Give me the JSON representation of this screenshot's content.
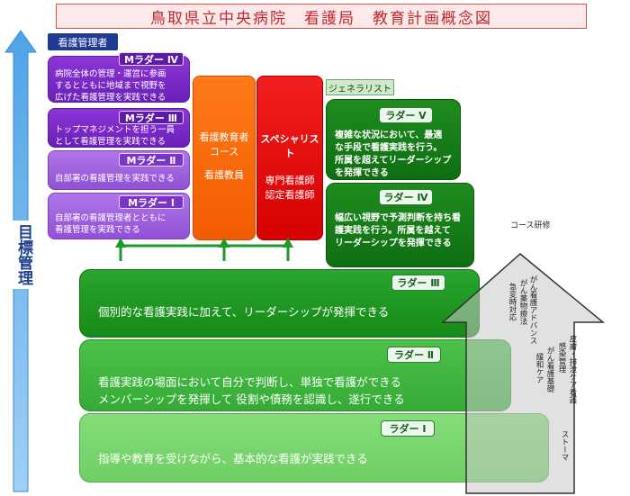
{
  "title": "鳥取県立中央病院　看護局　教育計画概念図",
  "axis_label": "目標管理",
  "manager": {
    "label": "看護管理者",
    "levels": [
      {
        "tag": "Mラダー Ⅳ",
        "text": "病院全体の管理・運営に参画\nするとともに地域まで視野を\n広げた看護管理を実践できる"
      },
      {
        "tag": "Mラダー Ⅲ",
        "text": "トップマネジメントを担う一員\nとして看護管理を実践できる"
      },
      {
        "tag": "Mラダー Ⅱ",
        "text": "自部署の看護管理を実践できる"
      },
      {
        "tag": "Mラダー Ⅰ",
        "text": "自部署の看護管理者とともに\n看護管理を実践できる"
      }
    ]
  },
  "educator": {
    "title": "看護教育者\nコース",
    "subtitle": "看護教員"
  },
  "specialist": {
    "title": "スペシャリスト",
    "subtitle": "専門看護師\n認定看護師"
  },
  "generalist": {
    "label": "ジェネラリスト",
    "levels": [
      {
        "tag": "ラダー Ⅴ",
        "text": "複雑な状況において、最適\nな手段で看護実践を行う。\n所属を超えてリーダーシップ\nを発揮できる"
      },
      {
        "tag": "ラダー Ⅳ",
        "text": "幅広い視野で予測判断を持ち看\n護実践を行う。所属を越えて\nリーダーシップを発揮できる"
      }
    ]
  },
  "bands": [
    {
      "tag": "ラダー Ⅲ",
      "text": "個別的な看護実践に加えて、リーダーシップが発揮できる"
    },
    {
      "tag": "ラダー Ⅱ",
      "text": "看護実践の場面において自分で判断し、単独で看護ができる\nメンバーシップを発揮して 役割や債務を認識し、遂行できる"
    },
    {
      "tag": "ラダー Ⅰ",
      "text": "指導や教育を受けながら、基本的な看護が実践できる"
    }
  ],
  "course": {
    "label": "コース研修",
    "items": [
      "がん看護アドバンス",
      "がん薬物療法",
      "急変時対応",
      "皮膚・排泄ケア看護",
      "感染管理",
      "がん看護基礎",
      "緩和ケア",
      "ストーマ"
    ]
  }
}
